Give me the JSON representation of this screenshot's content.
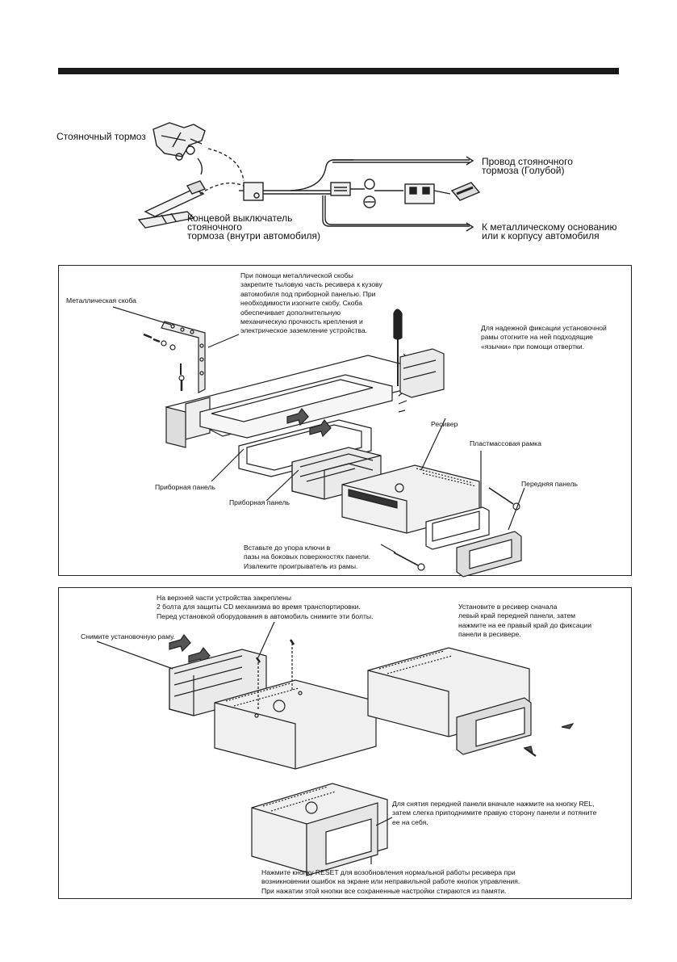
{
  "wiring": {
    "parking_brake": "Стояночный тормоз",
    "brake_wire": "Провод стояночного\nтормоза (Голубой)",
    "limit_switch": "Концевой выключатель\nстояночного\nтормоза (внутри автомобиля)",
    "ground": "К металлическому основанию\nили к корпусу автомобиля"
  },
  "mounting": {
    "metal_bracket": "Металлическая скоба",
    "bracket_note": "При помощи металлической скобы\nзакрепите тыловую часть ресивера к кузову\nавтомобиля под приборной панелью. При\nнеобходимости изогните скобу. Скоба\nобеспечивает дополнительную\nмеханическую прочность крепления и\nэлектрическое заземление устройства.",
    "frame_note": "Для надежной фиксации установочной\nрамы отогните на ней подходящие\n«язычки» при помощи отвертки.",
    "receiver": "Ресивер",
    "plastic_frame": "Пластмассовая рамка",
    "front_panel": "Передняя панель",
    "dashboard_1": "Приборная панель",
    "dashboard_2": "Приборная панель",
    "keys_note": "Вставьте до упора ключи в\nпазы на боковых поверхностях панели.\nИзвлеките проигрыватель из рамы."
  },
  "removal": {
    "bolts_note": "На верхней части устройства закреплены\n2 болта для защиты CD механизма во время транспортировки.\nПеред установкой оборудования в автомобиль снимите эти болты.",
    "remove_frame": "Снимите установочную раму.",
    "install_panel": "Установите в ресивер сначала\nлевый край передней панели, затем\nнажмите на ее правый край до фиксации\nпанели в ресивере.",
    "remove_panel": "Для снятия передней панели вначале нажмите на кнопку REL,\nзатем слегка приподнимите правую сторону панели и потяните\nее на себя.",
    "reset_note": "Нажмите кнопку RESET для возобновления нормальной работы ресивера при\nвозникновении ошибок на экране или неправильной работе кнопок управления.\nПри нажатии этой кнопки все сохраненные настройки стираются из памяти."
  }
}
